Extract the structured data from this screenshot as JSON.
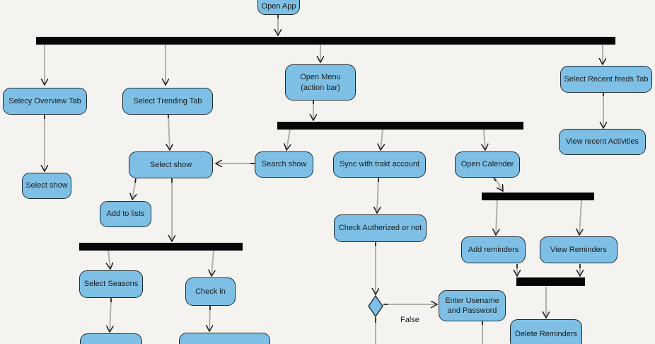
{
  "diagram": {
    "type": "uml-activity-diagram",
    "nodes": {
      "open_app": "Open App",
      "selecy_overview_tab": "Selecy Overview Tab",
      "select_trending_tab": "Select Trending Tab",
      "open_menu_line1": "Open Menu",
      "open_menu_line2": "(action bar)",
      "select_recent_feeds_tab": "Select Recent feeds Tab",
      "view_recent_activities": "View recent Activities",
      "select_show_left": "Select show",
      "select_show": "Select show",
      "add_to_lists": "Add to lists",
      "search_show": "Search show",
      "sync_with_trakt_account": "Sync with trakt account",
      "open_calender": "Open Calender",
      "check_autherized_or_not": "Check Autherized or not",
      "select_seasons": "Select Seasons",
      "check_in": "Check in",
      "add_reminders": "Add reminders",
      "view_reminders": "View Reminders",
      "enter_username_line1": "Enter Usename",
      "enter_username_line2": "and Password",
      "delete_reminders": "Delete Reminders"
    },
    "labels": {
      "false_branch": "False"
    },
    "colors": {
      "background": "#F5F3F0",
      "node_fill": "#7EC0E5",
      "node_border": "#1B2B36",
      "fork_bar": "#050505",
      "edge": "#B5AFA9",
      "arrowhead": "#1A1A1A",
      "text": "#1A1A1A"
    }
  }
}
